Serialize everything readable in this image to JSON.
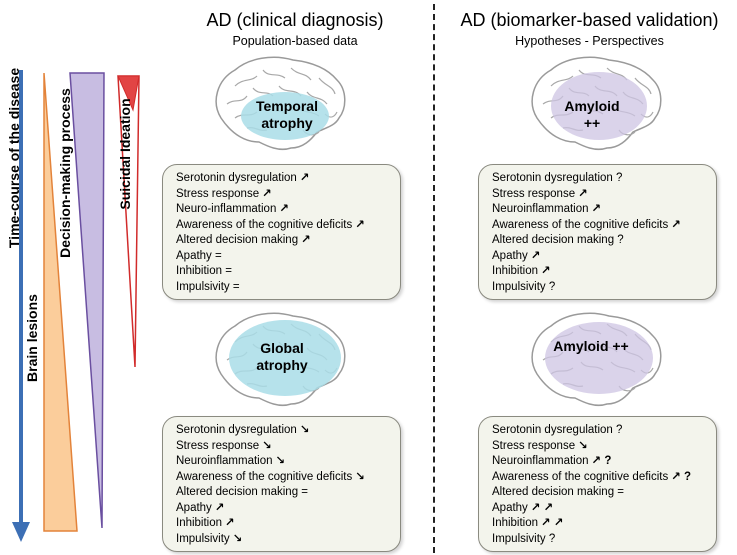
{
  "headers": {
    "left": {
      "title": "AD (clinical diagnosis)",
      "subtitle": "Population-based data"
    },
    "right": {
      "title": "AD (biomarker-based validation)",
      "subtitle": "Hypotheses - Perspectives"
    }
  },
  "side_labels": {
    "time_course": "Time-course of the disease",
    "brain_lesions": "Brain lesions",
    "decision_making": "Decision-making process",
    "suicidal_ideation": "Suicidal Ideation"
  },
  "brains": {
    "top_left": "Temporal atrophy",
    "bottom_left": "Global atrophy",
    "top_right": "Amyloid ++",
    "bottom_right": "Amyloid ++"
  },
  "boxes": {
    "top_left": [
      {
        "text": "Serotonin dysregulation",
        "sym": "↗"
      },
      {
        "text": "Stress response",
        "sym": "↗"
      },
      {
        "text": "Neuro-inflammation",
        "sym": "↗"
      },
      {
        "text": "Awareness of the cognitive deficits",
        "sym": "↗"
      },
      {
        "text": "Altered decision making",
        "sym": "↗"
      },
      {
        "text": "Apathy =",
        "sym": ""
      },
      {
        "text": "Inhibition =",
        "sym": ""
      },
      {
        "text": "Impulsivity =",
        "sym": ""
      }
    ],
    "bottom_left": [
      {
        "text": "Serotonin dysregulation",
        "sym": "↘"
      },
      {
        "text": "Stress response",
        "sym": "↘"
      },
      {
        "text": "Neuroinflammation",
        "sym": "↘"
      },
      {
        "text": "Awareness of the cognitive deficits",
        "sym": "↘"
      },
      {
        "text": "Altered decision making =",
        "sym": ""
      },
      {
        "text": "Apathy",
        "sym": "↗"
      },
      {
        "text": "Inhibition",
        "sym": "↗"
      },
      {
        "text": "Impulsivity",
        "sym": "↘"
      }
    ],
    "top_right": [
      {
        "text": "Serotonin dysregulation ?",
        "sym": ""
      },
      {
        "text": "Stress response",
        "sym": "↗"
      },
      {
        "text": "Neuroinflammation",
        "sym": "↗"
      },
      {
        "text": "Awareness of the cognitive deficits",
        "sym": "↗"
      },
      {
        "text": "Altered decision making ?",
        "sym": ""
      },
      {
        "text": "Apathy",
        "sym": "↗"
      },
      {
        "text": "Inhibition",
        "sym": "↗"
      },
      {
        "text": "Impulsivity ?",
        "sym": ""
      }
    ],
    "bottom_right": [
      {
        "text": "Serotonin dysregulation ?",
        "sym": ""
      },
      {
        "text": "Stress response",
        "sym": "↘"
      },
      {
        "text": "Neuroinflammation",
        "sym": "↗ ?"
      },
      {
        "text": "Awareness of the cognitive deficits",
        "sym": "↗ ?"
      },
      {
        "text": "Altered decision making =",
        "sym": ""
      },
      {
        "text": "Apathy",
        "sym": "↗ ↗"
      },
      {
        "text": "Inhibition",
        "sym": "↗ ↗"
      },
      {
        "text": "Impulsivity ?",
        "sym": ""
      }
    ]
  },
  "colors": {
    "time_arrow": "#3c6fb5",
    "brain_lesions_fill": "#fbcd9b",
    "brain_lesions_edge": "#e3833a",
    "decision_fill": "#c8bde2",
    "decision_edge": "#6a4fa0",
    "suicidal_fill": "#ffffff",
    "suicidal_edge": "#d12b2b",
    "atrophy": "#a9dde8",
    "amyloid": "#cdc4e3"
  }
}
